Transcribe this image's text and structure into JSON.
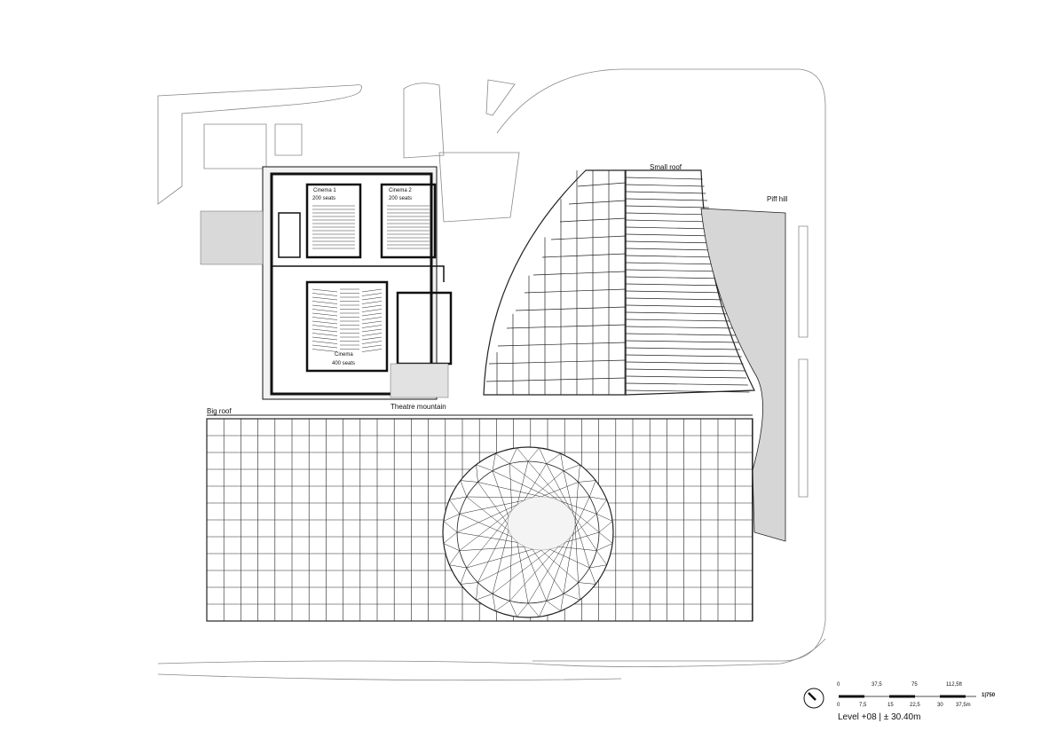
{
  "labels": {
    "cinema1_name": "Cinema 1",
    "cinema1_seats": "200 seats",
    "cinema2_name": "Cinema 2",
    "cinema2_seats": "200 seats",
    "cinema_name": "Cinema",
    "cinema_seats": "400 seats",
    "small_roof": "Small roof",
    "piff_hill": "Piff hill",
    "big_roof": "Big roof",
    "theatre_mountain": "Theatre mountain"
  },
  "scale_bar": {
    "feet_ticks": [
      "0",
      "37,5",
      "75",
      "112,5ft"
    ],
    "meter_ticks": [
      "0",
      "7,5",
      "15",
      "22,5",
      "30",
      "37,5m"
    ],
    "ratio": "1|750"
  },
  "level": "Level +08 | ± 30.40m",
  "north_arrow": "north-arrow-icon"
}
